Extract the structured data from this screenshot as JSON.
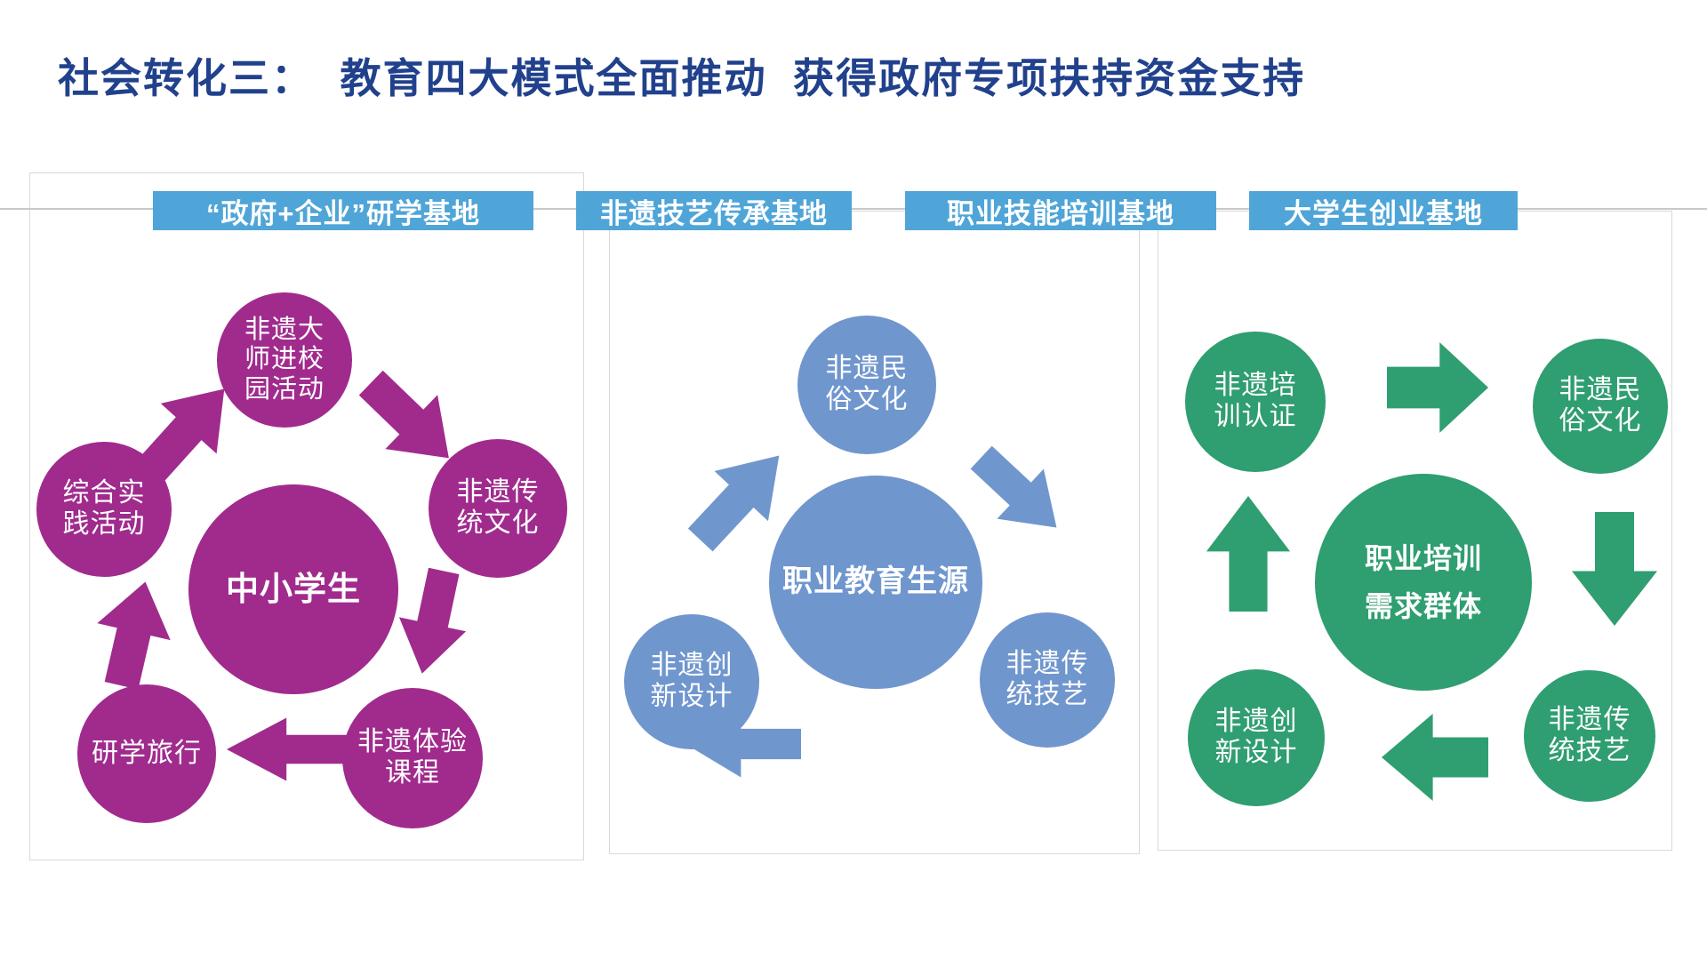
{
  "title": "社会转化三：  教育四大模式全面推动  获得政府专项扶持资金支持",
  "colors": {
    "title_text": "#21418C",
    "label_bg": "#4FA5D8",
    "label_text": "#FFFFFF",
    "purple_shapes": "#A02B8D",
    "blue_shapes": "#7096CE",
    "green_shapes": "#2F9E71",
    "panel_border": "#D9D9D9",
    "divider_line": "#C9C9C9"
  },
  "labels": [
    "“政府+企业”研学基地",
    "非遗技艺传承基地",
    "职业技能培训基地",
    "大学生创业基地"
  ],
  "panels": [
    {
      "theme": "purple",
      "center": [
        "中小学生"
      ],
      "top": [
        "非遗大",
        "师进校",
        "园活动"
      ],
      "right": [
        "非遗传",
        "统文化"
      ],
      "bottom_right": [
        "非遗体验",
        "课程"
      ],
      "bottom_left": [
        "研学旅行"
      ],
      "left": [
        "综合实",
        "践活动"
      ]
    },
    {
      "theme": "blue",
      "center": [
        "职业教育生源"
      ],
      "top": [
        "非遗民",
        "俗文化"
      ],
      "right": [
        "非遗传",
        "统技艺"
      ],
      "left": [
        "非遗创",
        "新设计"
      ]
    },
    {
      "theme": "green",
      "center": [
        "职业培训",
        "需求群体"
      ],
      "top_left": [
        "非遗培",
        "训认证"
      ],
      "top_right": [
        "非遗民",
        "俗文化"
      ],
      "bottom_left": [
        "非遗创",
        "新设计"
      ],
      "bottom_right": [
        "非遗传",
        "统技艺"
      ]
    }
  ]
}
